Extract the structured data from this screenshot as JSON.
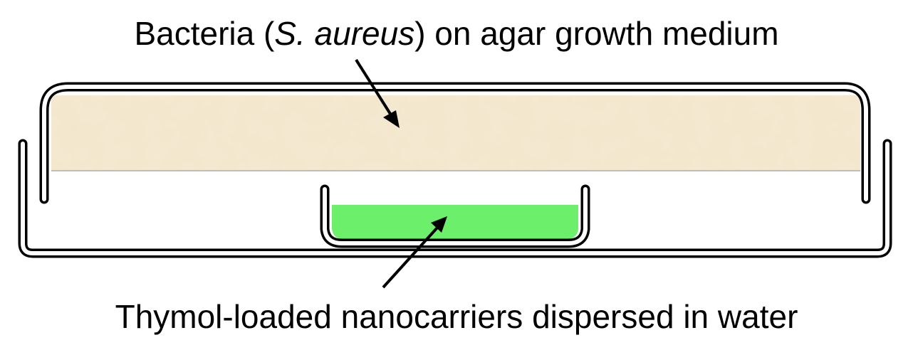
{
  "top_label": {
    "prefix": "Bacteria (",
    "species": "S. aureus",
    "suffix": ") on agar growth medium"
  },
  "bottom_label": {
    "text": "Thymol-loaded nanocarriers dispersed in water"
  },
  "colors": {
    "agar": "#f3e6cc",
    "nanocarrier_solution": "#6cf06c",
    "outline": "#000000"
  }
}
